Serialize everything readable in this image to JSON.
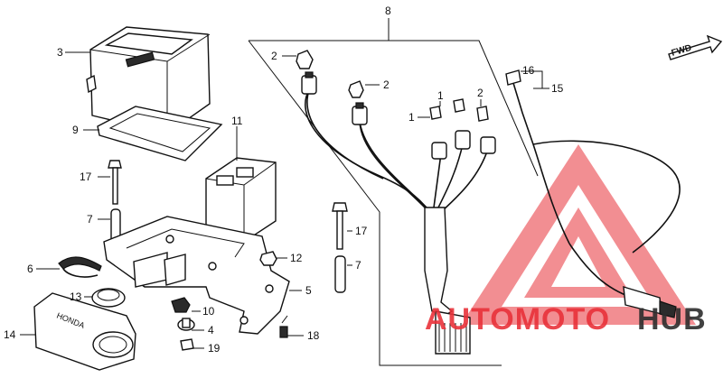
{
  "callouts": [
    {
      "id": "p1a",
      "text": "1"
    },
    {
      "id": "p1b",
      "text": "1"
    },
    {
      "id": "p2a",
      "text": "2"
    },
    {
      "id": "p2b",
      "text": "2"
    },
    {
      "id": "p2c",
      "text": "2"
    },
    {
      "id": "p3",
      "text": "3"
    },
    {
      "id": "p4",
      "text": "4"
    },
    {
      "id": "p5",
      "text": "5"
    },
    {
      "id": "p6",
      "text": "6"
    },
    {
      "id": "p7a",
      "text": "7"
    },
    {
      "id": "p7b",
      "text": "7"
    },
    {
      "id": "p8",
      "text": "8"
    },
    {
      "id": "p9",
      "text": "9"
    },
    {
      "id": "p10",
      "text": "10"
    },
    {
      "id": "p11",
      "text": "11"
    },
    {
      "id": "p12",
      "text": "12"
    },
    {
      "id": "p13",
      "text": "13"
    },
    {
      "id": "p14",
      "text": "14"
    },
    {
      "id": "p15",
      "text": "15"
    },
    {
      "id": "p16",
      "text": "16"
    },
    {
      "id": "p17a",
      "text": "17"
    },
    {
      "id": "p17b",
      "text": "17"
    },
    {
      "id": "p18",
      "text": "18"
    },
    {
      "id": "p19",
      "text": "19"
    }
  ],
  "direction_label": "FWD",
  "cover_brand_text": "HONDA",
  "watermark": {
    "text_part1": "AUTOMOTO",
    "text_part2": "HUB",
    "color_primary": "#e9323a",
    "color_secondary": "#2d2d2d"
  }
}
